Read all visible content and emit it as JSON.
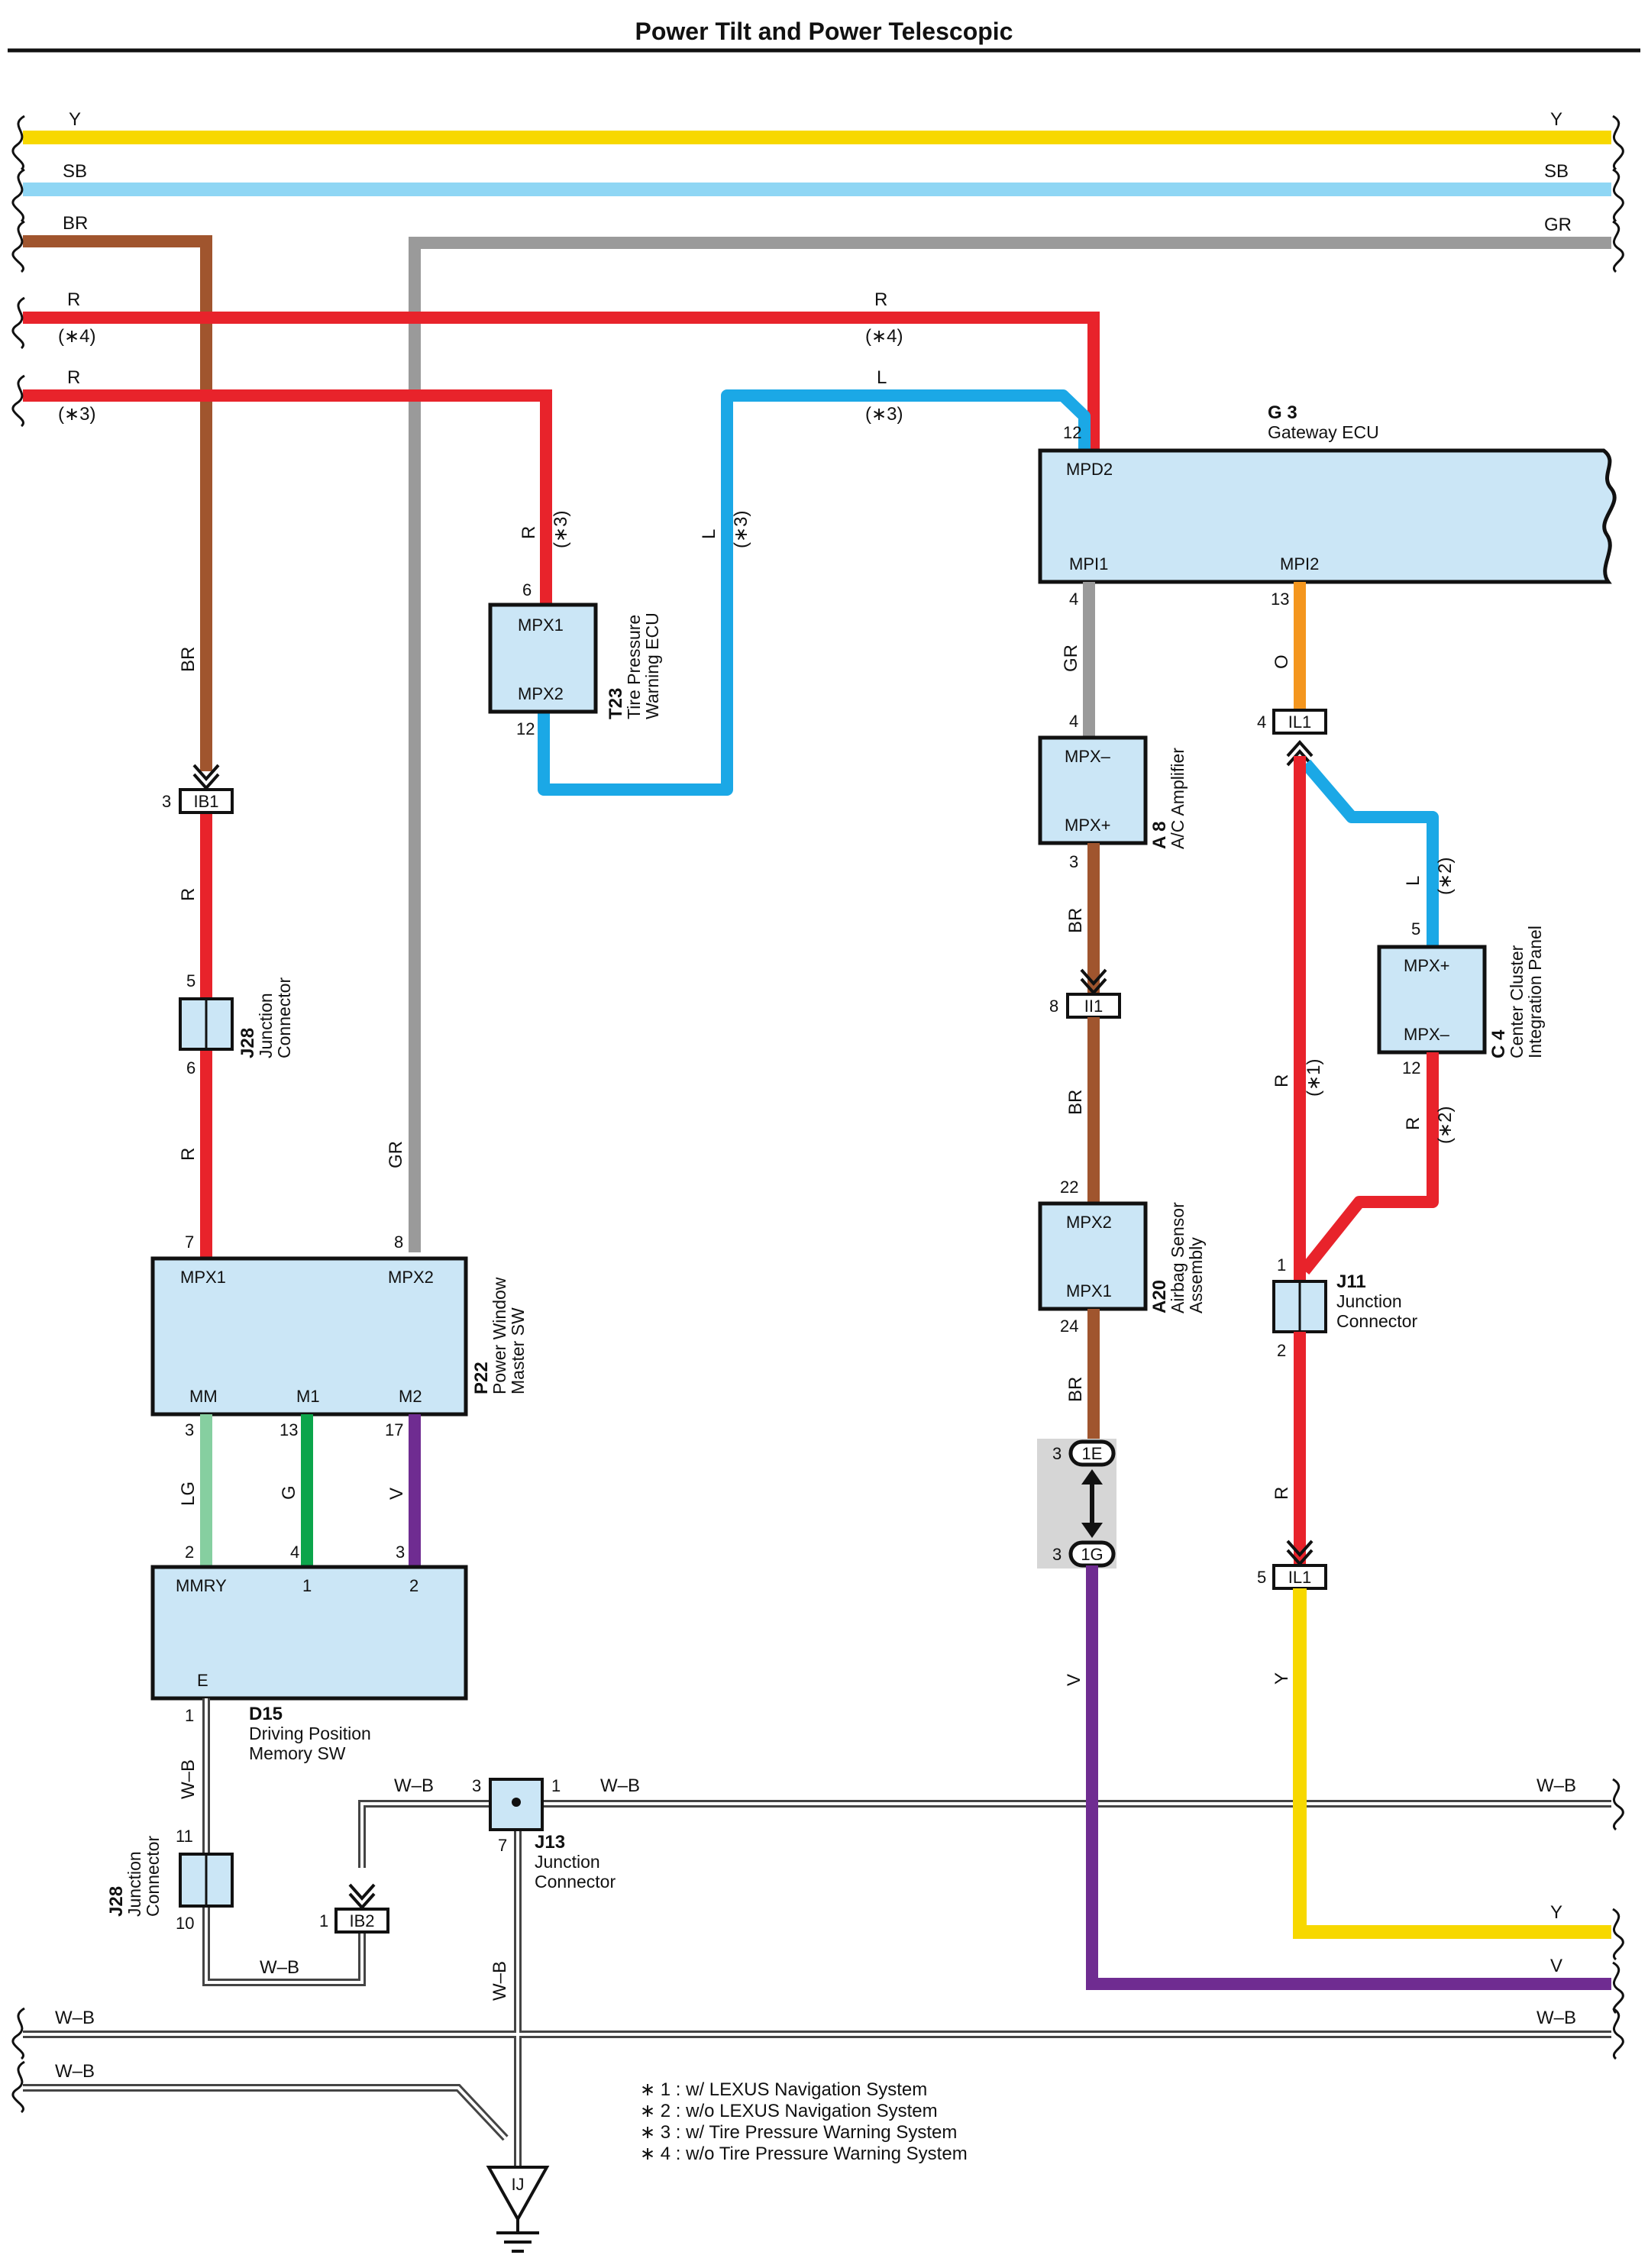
{
  "title": "Power Tilt and Power Telescopic",
  "colors": {
    "Y": "#f7d800",
    "SB": "#8fd6f4",
    "BR": "#a0552e",
    "GR": "#9a9a9a",
    "R": "#e8232b",
    "L": "#1ba8e6",
    "O": "#f4961e",
    "G": "#0ba54b",
    "V": "#6f2c91",
    "LG": "#86cfa0",
    "WB": "#444444",
    "box_fill": "#cbe6f6",
    "connector_shade": "#d6d6d6"
  },
  "wire_labels": {
    "Y": "Y",
    "SB": "SB",
    "BR": "BR",
    "GR": "GR",
    "R": "R",
    "L": "L",
    "O": "O",
    "G": "G",
    "V": "V",
    "LG": "LG",
    "WB": "W–B",
    "n1": "(∗1)",
    "n2": "(∗2)",
    "n3": "(∗3)",
    "n4": "(∗4)"
  },
  "pins": {
    "p1": "1",
    "p2": "2",
    "p3": "3",
    "p4": "4",
    "p5": "5",
    "p6": "6",
    "p7": "7",
    "p8": "8",
    "p10": "10",
    "p11": "11",
    "p12": "12",
    "p13": "13",
    "p17": "17",
    "p22": "22",
    "p24": "24"
  },
  "connectors": {
    "IB1": "IB1",
    "IB2": "IB2",
    "IL1": "IL1",
    "II1": "II1",
    "c1E": "1E",
    "c1G": "1G",
    "IJ": "IJ"
  },
  "components": {
    "G3": {
      "code": "G 3",
      "name1": "Gateway ECU",
      "t1": "MPD2",
      "t2": "MPI1",
      "t3": "MPI2"
    },
    "T23": {
      "code": "T23",
      "name1": "Tire Pressure",
      "name2": "Warning ECU",
      "t1": "MPX1",
      "t2": "MPX2"
    },
    "A8": {
      "code": "A 8",
      "name1": "A/C Amplifier",
      "t1": "MPX–",
      "t2": "MPX+"
    },
    "C4": {
      "code": "C 4",
      "name1": "Center Cluster",
      "name2": "Integration Panel",
      "t1": "MPX+",
      "t2": "MPX–"
    },
    "A20": {
      "code": "A20",
      "name1": "Airbag Sensor",
      "name2": "Assembly",
      "t1": "MPX2",
      "t2": "MPX1"
    },
    "J11": {
      "code": "J11",
      "name1": "Junction",
      "name2": "Connector"
    },
    "J28a": {
      "code": "J28",
      "name1": "Junction",
      "name2": "Connector"
    },
    "J28b": {
      "code": "J28",
      "name1": "Junction",
      "name2": "Connector"
    },
    "J13": {
      "code": "J13",
      "name1": "Junction",
      "name2": "Connector"
    },
    "P22": {
      "code": "P22",
      "name1": "Power Window",
      "name2": "Master SW",
      "t1": "MPX1",
      "t2": "MPX2",
      "t3": "MM",
      "t4": "M1",
      "t5": "M2"
    },
    "D15": {
      "code": "D15",
      "name1": "Driving Position",
      "name2": "Memory SW",
      "t1": "MMRY",
      "t2": "1",
      "t3": "2",
      "t4": "E"
    }
  },
  "notes": [
    "∗ 1 : w/ LEXUS Navigation System",
    "∗ 2 : w/o LEXUS Navigation System",
    "∗ 3 : w/ Tire Pressure Warning System",
    "∗ 4 : w/o Tire Pressure Warning System"
  ]
}
